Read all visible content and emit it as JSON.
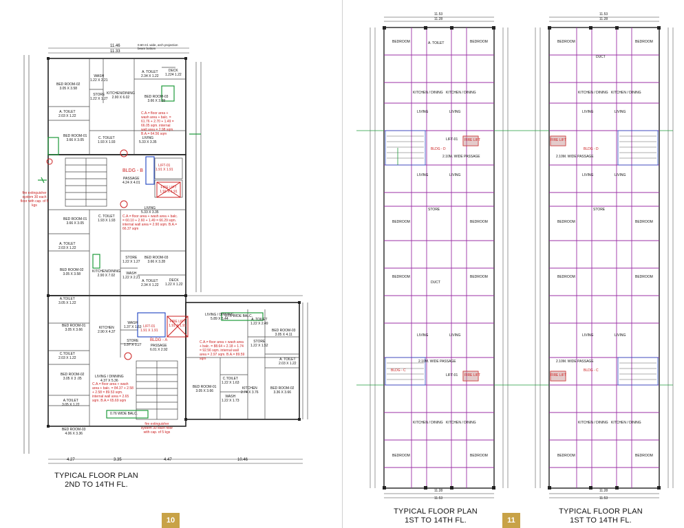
{
  "pages": [
    {
      "number": "10",
      "plan_title_line1": "TYPICAL FLOOR PLAN",
      "plan_title_line2": "2ND TO 14TH FL.",
      "top_dims": [
        "11.46",
        "11.33"
      ],
      "top_note": "0.60 ml. wide, arch projection beam bottom",
      "bottom_dims": [
        "4.27",
        "3.35",
        "4.47",
        "10.46"
      ],
      "rooms": [
        {
          "name": "BED ROOM-02",
          "size": "3.05 X 3.58"
        },
        {
          "name": "WASH",
          "size": "1.22 X 2.21"
        },
        {
          "name": "A. TOILET",
          "size": "2.34 X 1.22"
        },
        {
          "name": "DECK",
          "size": "1.224 1.22"
        },
        {
          "name": "STORE",
          "size": "1.22 X 1.27"
        },
        {
          "name": "KITCHEN/DINING",
          "size": "2.90 X 6.02"
        },
        {
          "name": "BED ROOM-03",
          "size": "3.66 X 3.28"
        },
        {
          "name": "A. TOILET",
          "size": "2.03 X 1.22"
        },
        {
          "name": "BED ROOM-01",
          "size": "3.66 X 3.05"
        },
        {
          "name": "C. TOILET",
          "size": "1.93 X 1.93"
        },
        {
          "name": "LIVING",
          "size": "5.33 X 3.35"
        },
        {
          "name": "LIFT-01",
          "size": "1.91 X 1.91"
        },
        {
          "name": "BLDG - B",
          "size": ""
        },
        {
          "name": "PASSAGE",
          "size": "4.24 X 4.01"
        },
        {
          "name": "LIVING",
          "size": "5.33 X 3.35"
        },
        {
          "name": "BED ROOM-01",
          "size": "3.66 X 3.05"
        },
        {
          "name": "C. TOILET",
          "size": "1.93 X 1.93"
        },
        {
          "name": "A. TOILET",
          "size": "2.03 X 1.22"
        },
        {
          "name": "STORE",
          "size": "1.22 X 1.27"
        },
        {
          "name": "BED ROOM-02",
          "size": "3.05 X 3.58"
        },
        {
          "name": "KITCHEN/DINING",
          "size": "2.90 X 7.02"
        },
        {
          "name": "BED ROOM-03",
          "size": "3.66 X 3.28"
        },
        {
          "name": "WASH",
          "size": "1.22 X 2.21"
        },
        {
          "name": "A. TOILET",
          "size": "2.34 X 1.22"
        },
        {
          "name": "DECK",
          "size": "1.22 X 1.22"
        },
        {
          "name": "A.TOILET",
          "size": "3.05 X 1.22"
        },
        {
          "name": "BED ROOM-01",
          "size": "3.05 X 3.66"
        },
        {
          "name": "KITCHEN",
          "size": "2.90 X 4.37"
        },
        {
          "name": "WASH",
          "size": "1.37 X 1.63"
        },
        {
          "name": "C.TOILET",
          "size": "2.03 X 1.22"
        },
        {
          "name": "STORE",
          "size": "1.37 X 1.27"
        },
        {
          "name": "LIFT-01",
          "size": "1.91 X 1.91"
        },
        {
          "name": "BLDG - A",
          "size": ""
        },
        {
          "name": "PASSAGE",
          "size": "6.01 X 2.92"
        },
        {
          "name": "LIVING / DINNING",
          "size": "5.89 X 5.44"
        },
        {
          "name": "A. TOILET",
          "size": "1.22 X 2.49"
        },
        {
          "name": "BED ROOM-03",
          "size": "3.05 X 4.11"
        },
        {
          "name": "STORE",
          "size": "1.22 X 1.52"
        },
        {
          "name": "BED ROOM-02",
          "size": "3.05 X 3 .05"
        },
        {
          "name": "LIVING / DINNING",
          "size": "4.37 X 5.36"
        },
        {
          "name": "A.TOILET",
          "size": "3.05 X 1.22"
        },
        {
          "name": "BED ROOM-01",
          "size": "3.05 X 3.66"
        },
        {
          "name": "C.TOILET",
          "size": "1.22 X 1.63"
        },
        {
          "name": "KITCHEN",
          "size": "2.74 X 3.76"
        },
        {
          "name": "BED ROOM-02",
          "size": "3.36 X 3.66"
        },
        {
          "name": "A. TOILET",
          "size": "2.03 X 1.22"
        },
        {
          "name": "WASH",
          "size": "1.22 X 1.73"
        },
        {
          "name": "BED ROOM-03",
          "size": "4.06 X 3.36"
        }
      ],
      "balconies": [
        "0.76 WIDE BALC.",
        "0.76 WIDE BALC."
      ],
      "area_notes": [
        "C.A.= floor area + wash area + balc. = 61.76 + 2.70 + 1.49 = 66.05 sqm. internal wall area = 2.98 sqm. B.A.= 64.56 sqm",
        "C.A.= floor area + wash area + balc. = 60.10 + 2.60 + 1.49 = 66.29 sqm. internal wall area = 2.90 sqm. B.A.= 66.37 sqm",
        "C.A.= floor area + wash area + balc. = 84.37 + 2.58 + 2.58 = 89.53 sqm. internal wall area = 2.65 sqm. B.A.= 65.69 sqm",
        "C.A.= floor area + wash area + balc. = 88.64 + 2.18 + 1.74 = 92.56 sqm. internal wall area = 2.97 sqm. B.A.= 89.59 sqm"
      ],
      "fire_notes": [
        "fire extinguisher system 30 each floor with cap. of 5 kgs",
        "fire extinguisher system 30 each floor with cap. of 5 kgs"
      ],
      "fire_lift": "FIRE LIFT 1.91 X 1.91"
    },
    {
      "number": "11",
      "plans": [
        {
          "title_line1": "TYPICAL FLOOR PLAN",
          "title_line2": "1ST TO 14TH FL.",
          "top_dims": [
            "11.53",
            "11.28"
          ],
          "bottom_dims": [
            "11.28",
            "11.53"
          ]
        },
        {
          "title_line1": "TYPICAL FLOOR PLAN",
          "title_line2": "1ST TO 14TH FL.",
          "top_dims": [
            "11.53",
            "11.28"
          ],
          "bottom_dims": [
            "11.28",
            "11.53"
          ]
        }
      ],
      "room_labels": [
        "BEDROOM",
        "A. TOILET",
        "LIVING",
        "KITCHEN / DINING",
        "STORE",
        "LIFT-01",
        "FIRE LIFT",
        "BLDG - D",
        "BLDG - C",
        "2.10M. WIDE PASSAGE",
        "DUCT"
      ]
    }
  ]
}
